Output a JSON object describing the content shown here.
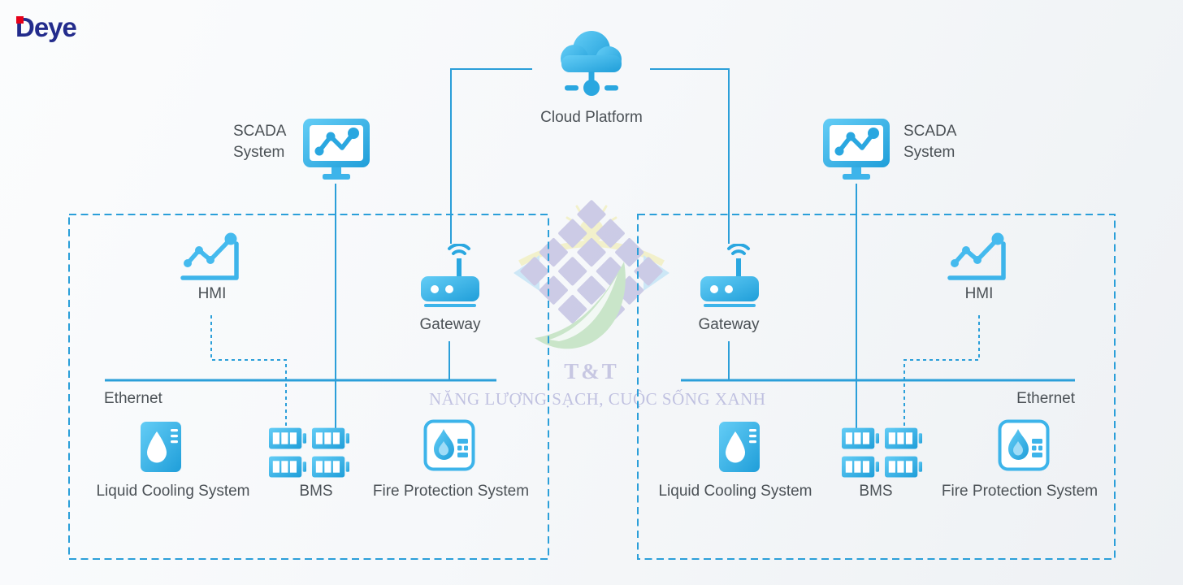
{
  "brand": {
    "name": "Deye"
  },
  "cloud": {
    "label": "Cloud Platform"
  },
  "left": {
    "scada_line1": "SCADA",
    "scada_line2": "System",
    "hmi": "HMI",
    "gateway": "Gateway",
    "ethernet": "Ethernet",
    "devices": [
      {
        "name": "liquid-cooling-system",
        "label": "Liquid Cooling System"
      },
      {
        "name": "bms",
        "label": "BMS"
      },
      {
        "name": "fire-protection-system",
        "label": "Fire Protection System"
      }
    ]
  },
  "right": {
    "scada_line1": "SCADA",
    "scada_line2": "System",
    "hmi": "HMI",
    "gateway": "Gateway",
    "ethernet": "Ethernet",
    "devices": [
      {
        "name": "liquid-cooling-system",
        "label": "Liquid Cooling System"
      },
      {
        "name": "bms",
        "label": "BMS"
      },
      {
        "name": "fire-protection-system",
        "label": "Fire Protection System"
      }
    ]
  },
  "watermark": {
    "title": "T&T",
    "slogan": "NĂNG LƯỢNG SẠCH, CUỘC SỐNG XANH"
  },
  "colors": {
    "line_blue": "#2b9fd9",
    "icon_blue_light": "#64cdf6",
    "icon_blue_dark": "#1f9ed9",
    "logo_navy": "#232c8c",
    "logo_dot_red": "#e50019",
    "label_gray": "#4b5156",
    "watermark_purple": "#8d8dc9"
  }
}
